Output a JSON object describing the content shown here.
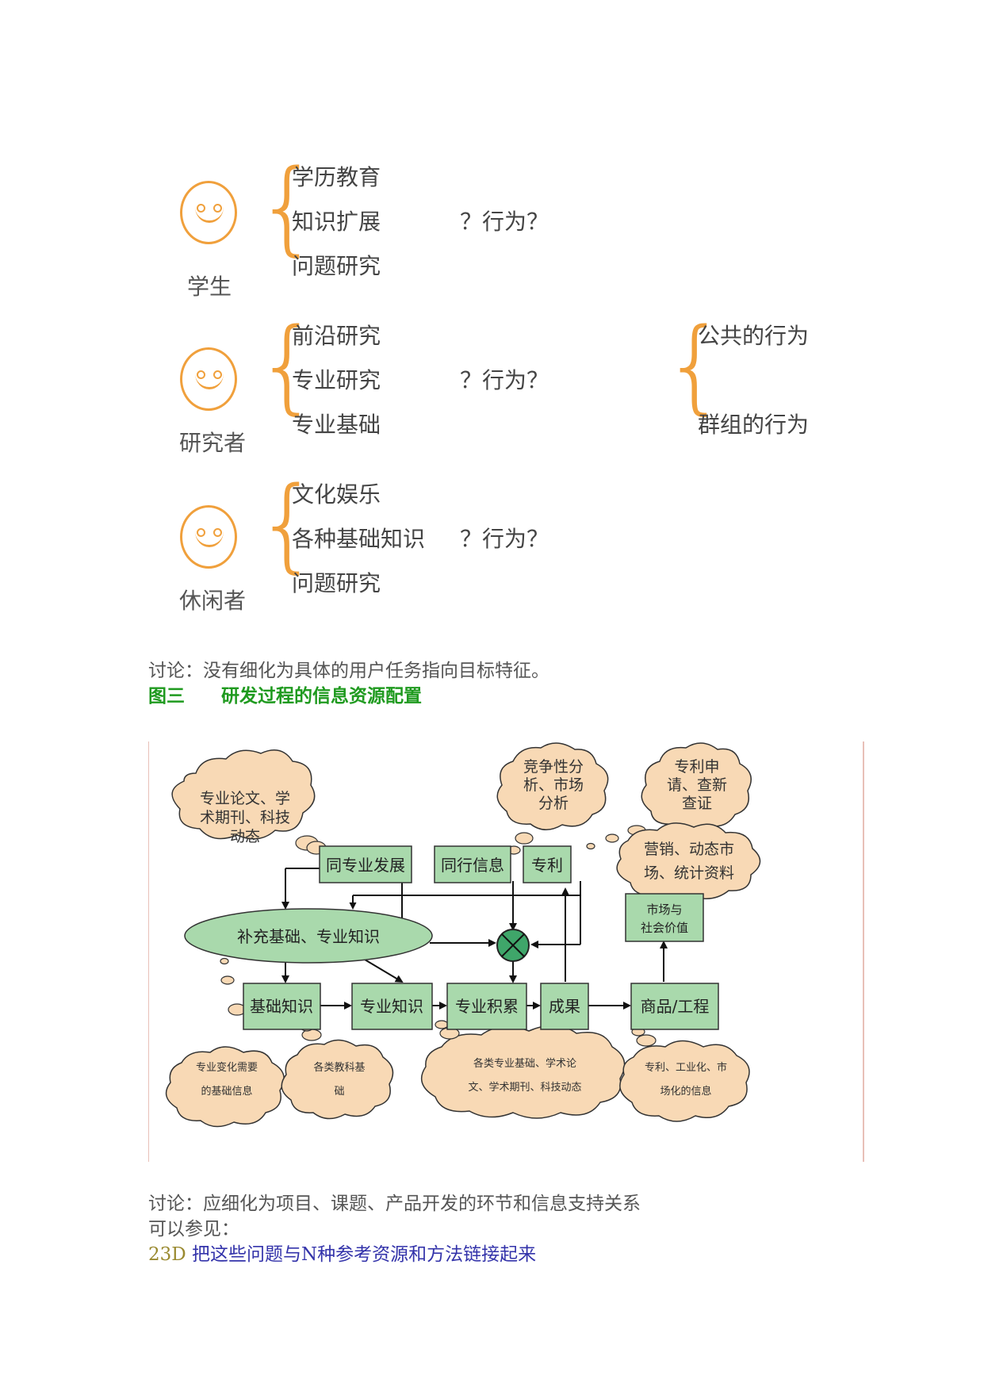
{
  "groups": [
    {
      "role": "学生",
      "items": [
        "学历教育",
        "知识扩展",
        "问题研究"
      ],
      "behavior": "？行为？"
    },
    {
      "role": "研究者",
      "items": [
        "前沿研究",
        "专业研究",
        "专业基础"
      ],
      "behavior": "？行为？"
    },
    {
      "role": "休闲者",
      "items": [
        "文化娱乐",
        "各种基础知识",
        "问题研究"
      ],
      "behavior": "？行为？"
    }
  ],
  "right_brace": {
    "items": [
      "公共的行为",
      "群组的行为"
    ]
  },
  "discussion1": "讨论：没有细化为具体的用户任务指向目标特征。",
  "figure_title": "图三　　研发过程的信息资源配置",
  "diagram": {
    "clouds": {
      "c1": [
        "专业论文、学",
        "术期刊、科技",
        "动态"
      ],
      "c2": [
        "竞争性分",
        "析、市场",
        "分析"
      ],
      "c3": [
        "专利申",
        "请、查新",
        "查证"
      ],
      "c4": [
        "营销、动态市",
        "场、统计资料"
      ],
      "c5": [
        "专业变化需要",
        "的基础信息"
      ],
      "c6": [
        "各类教科基",
        "础"
      ],
      "c7": [
        "各类专业基础、学术论",
        "文、学术期刊、科技动态"
      ],
      "c8": [
        "专利、工业化、市",
        "场化的信息"
      ]
    },
    "boxes": {
      "b_peer_dev": "同专业发展",
      "b_peer_info": "同行信息",
      "b_patent": "专利",
      "b_market": [
        "市场与",
        "社会价值"
      ],
      "b_basic": "基础知识",
      "b_major": "专业知识",
      "b_accum": "专业积累",
      "b_result": "成果",
      "b_product": "商品/工程"
    },
    "ellipse": "补充基础、专业知识"
  },
  "discussion2": "讨论：应细化为项目、课题、产品开发的环节和信息支持关系",
  "see_also": "可以参见：",
  "link": {
    "code": "23D",
    "text": "把这些问题与N种参考资源和方法链接起来"
  },
  "colors": {
    "accent": "#f0a03c",
    "heading": "#1f9a1f",
    "box_fill": "#a9d9ac",
    "cloud_fill": "#f8d9b5",
    "link": "#3333aa"
  }
}
